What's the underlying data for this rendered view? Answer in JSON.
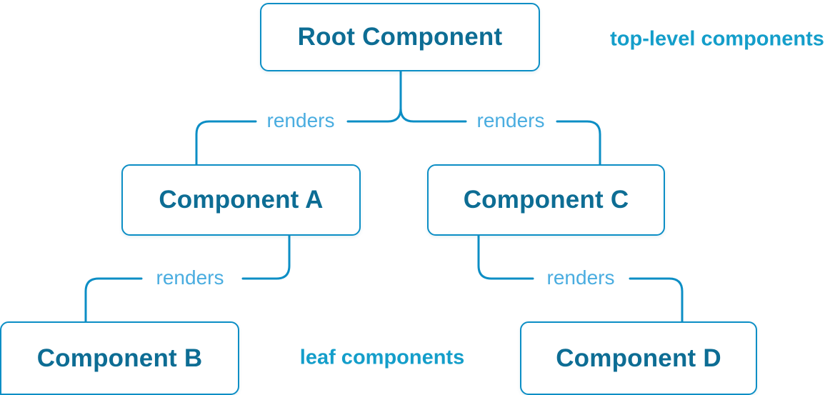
{
  "diagram": {
    "title_hint": "component render tree",
    "nodes": {
      "root": {
        "label": "Root Component"
      },
      "a": {
        "label": "Component A"
      },
      "b": {
        "label": "Component B"
      },
      "c": {
        "label": "Component C"
      },
      "d": {
        "label": "Component D"
      }
    },
    "edges": [
      {
        "from": "Root Component",
        "to": "Component A",
        "label": "renders"
      },
      {
        "from": "Root Component",
        "to": "Component C",
        "label": "renders"
      },
      {
        "from": "Component A",
        "to": "Component B",
        "label": "renders"
      },
      {
        "from": "Component C",
        "to": "Component D",
        "label": "renders"
      }
    ],
    "annotations": {
      "top_level": "top-level components",
      "leaf": "leaf components"
    },
    "colors": {
      "node_border": "#0c8ec5",
      "node_text": "#0d6d94",
      "edge_line": "#0c8ec5",
      "edge_label": "#4aade0",
      "annotation": "#149eca",
      "background": "#ffffff"
    }
  }
}
